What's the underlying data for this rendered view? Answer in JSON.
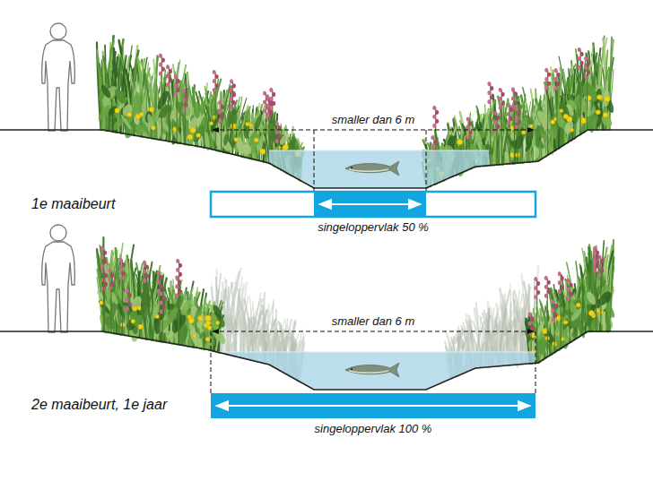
{
  "diagram": {
    "labels": [
      "smaller dan 6 m",
      "1e maaibeurt",
      "singeloppervlak 50 %",
      "smaller dan 6 m",
      "2e maaibeurt, 1e jaar",
      "singeloppervlak 100 %"
    ]
  }
}
